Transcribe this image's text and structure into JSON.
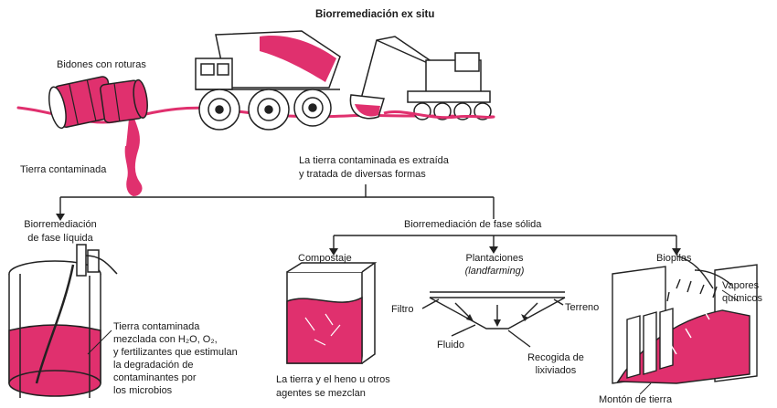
{
  "colors": {
    "contaminant": "#e0306e",
    "ink": "#222222",
    "paper": "#ffffff"
  },
  "title": "Biorremediación ex situ",
  "labels": {
    "drums": "Bidones con roturas",
    "soil": "Tierra contaminada",
    "extracted_1": "La tierra contaminada es extraída",
    "extracted_2": "y tratada de diversas formas",
    "liquid_1": "Biorremediación",
    "liquid_2": "de fase líquida",
    "solid": "Biorremediación de fase sólida",
    "compost": "Compostaje",
    "landfarm_1": "Plantaciones",
    "landfarm_2": "(landfarming)",
    "biopile": "Biopilas",
    "filtro": "Filtro",
    "terreno": "Terreno",
    "fluido": "Fluido",
    "recogida_1": "Recogida de",
    "recogida_2": "lixiviados",
    "vapores_1": "Vapores",
    "vapores_2": "químicos",
    "monton": "Montón de tierra",
    "mix_1": "La tierra y el heno u otros",
    "mix_2": "agentes se mezclan",
    "tank_1": "Tierra contaminada",
    "tank_2": "mezclada con H₂O, O₂,",
    "tank_3": "y fertilizantes que estimulan",
    "tank_4": "la degradación de",
    "tank_5": "contaminantes por",
    "tank_6": "los microbios"
  }
}
